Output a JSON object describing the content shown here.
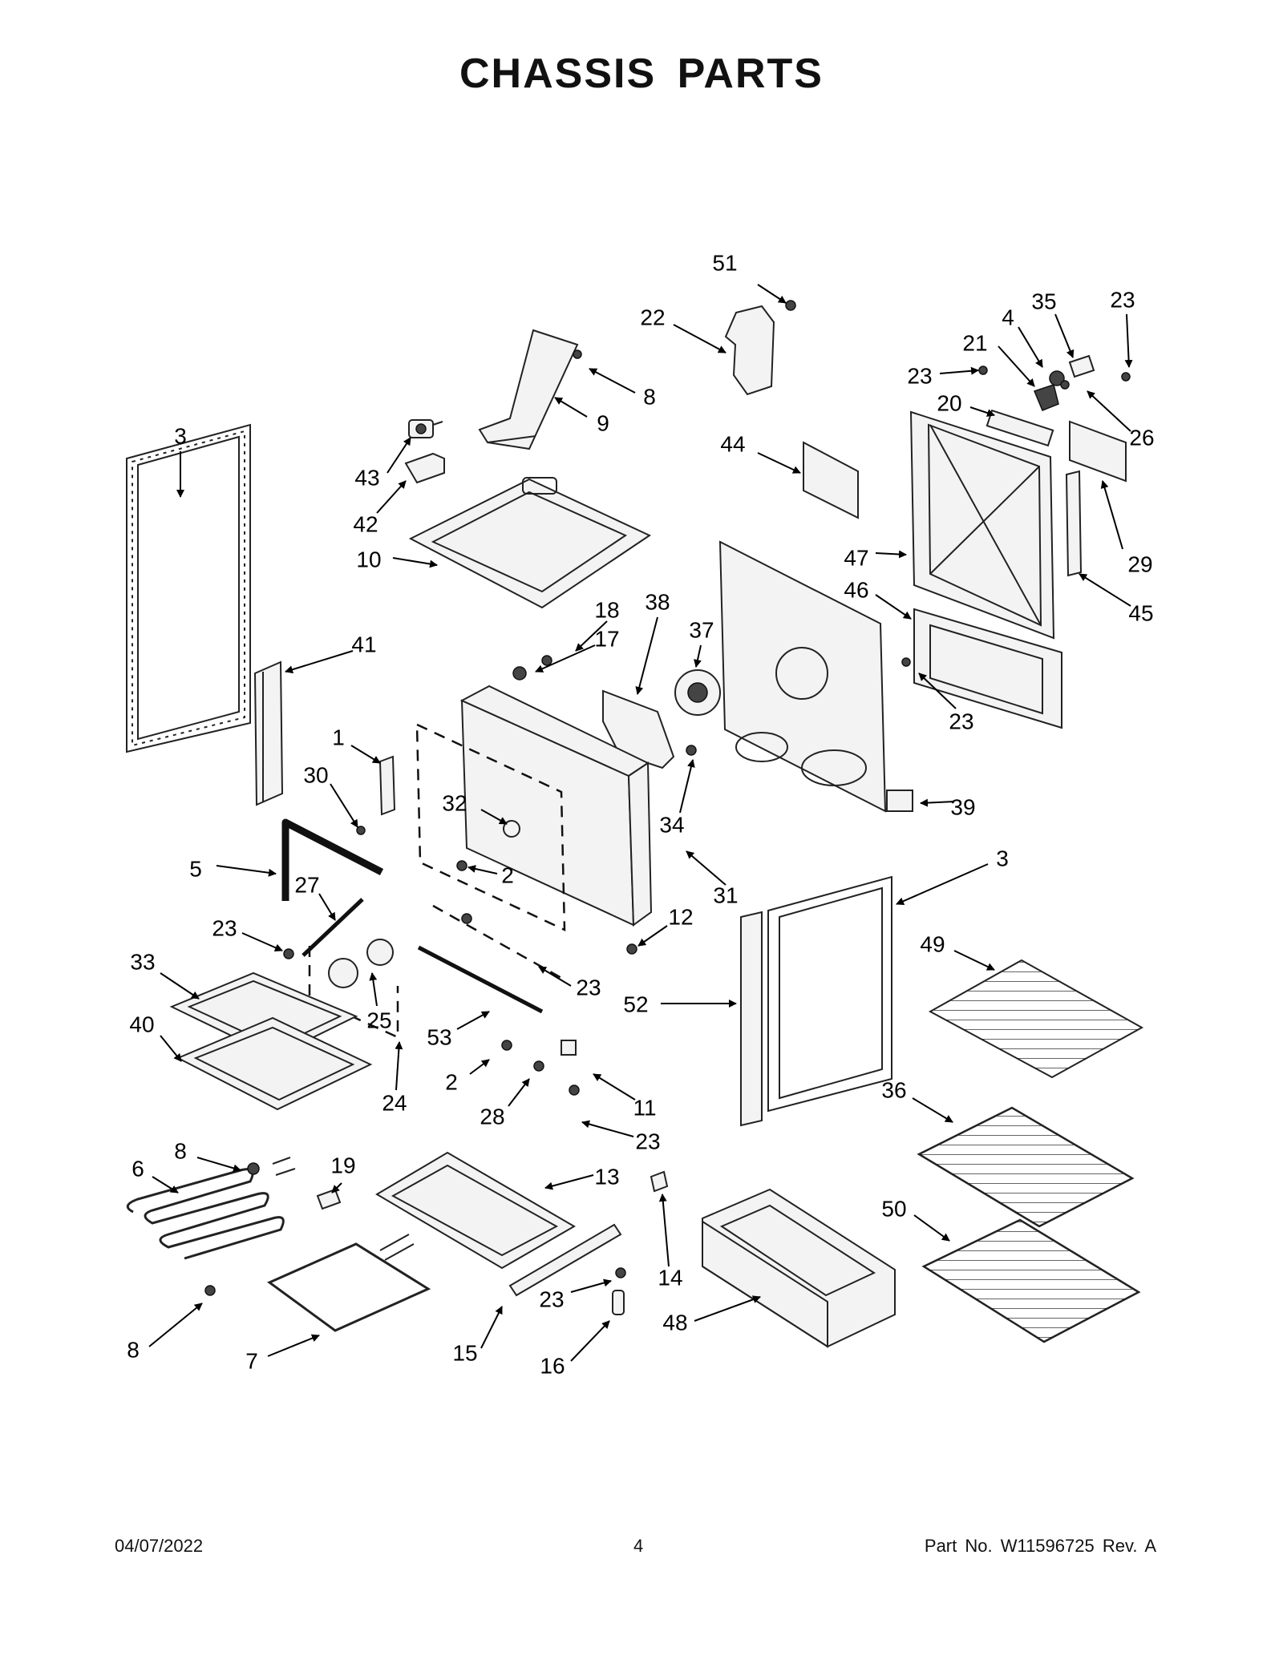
{
  "title": "CHASSIS PARTS",
  "footer": {
    "date": "04/07/2022",
    "page": "4",
    "part_no": "Part No.  W11596725  Rev.  A"
  },
  "callouts": [
    "51",
    "22",
    "8",
    "9",
    "3",
    "43",
    "42",
    "10",
    "44",
    "4",
    "35",
    "23",
    "21",
    "23",
    "20",
    "26",
    "29",
    "47",
    "45",
    "46",
    "23",
    "18",
    "17",
    "38",
    "37",
    "41",
    "1",
    "30",
    "32",
    "2",
    "34",
    "39",
    "5",
    "27",
    "23",
    "31",
    "12",
    "3",
    "33",
    "23",
    "49",
    "40",
    "25",
    "53",
    "52",
    "2",
    "28",
    "11",
    "24",
    "36",
    "23",
    "6",
    "8",
    "19",
    "13",
    "50",
    "14",
    "48",
    "8",
    "7",
    "15",
    "23",
    "16"
  ]
}
